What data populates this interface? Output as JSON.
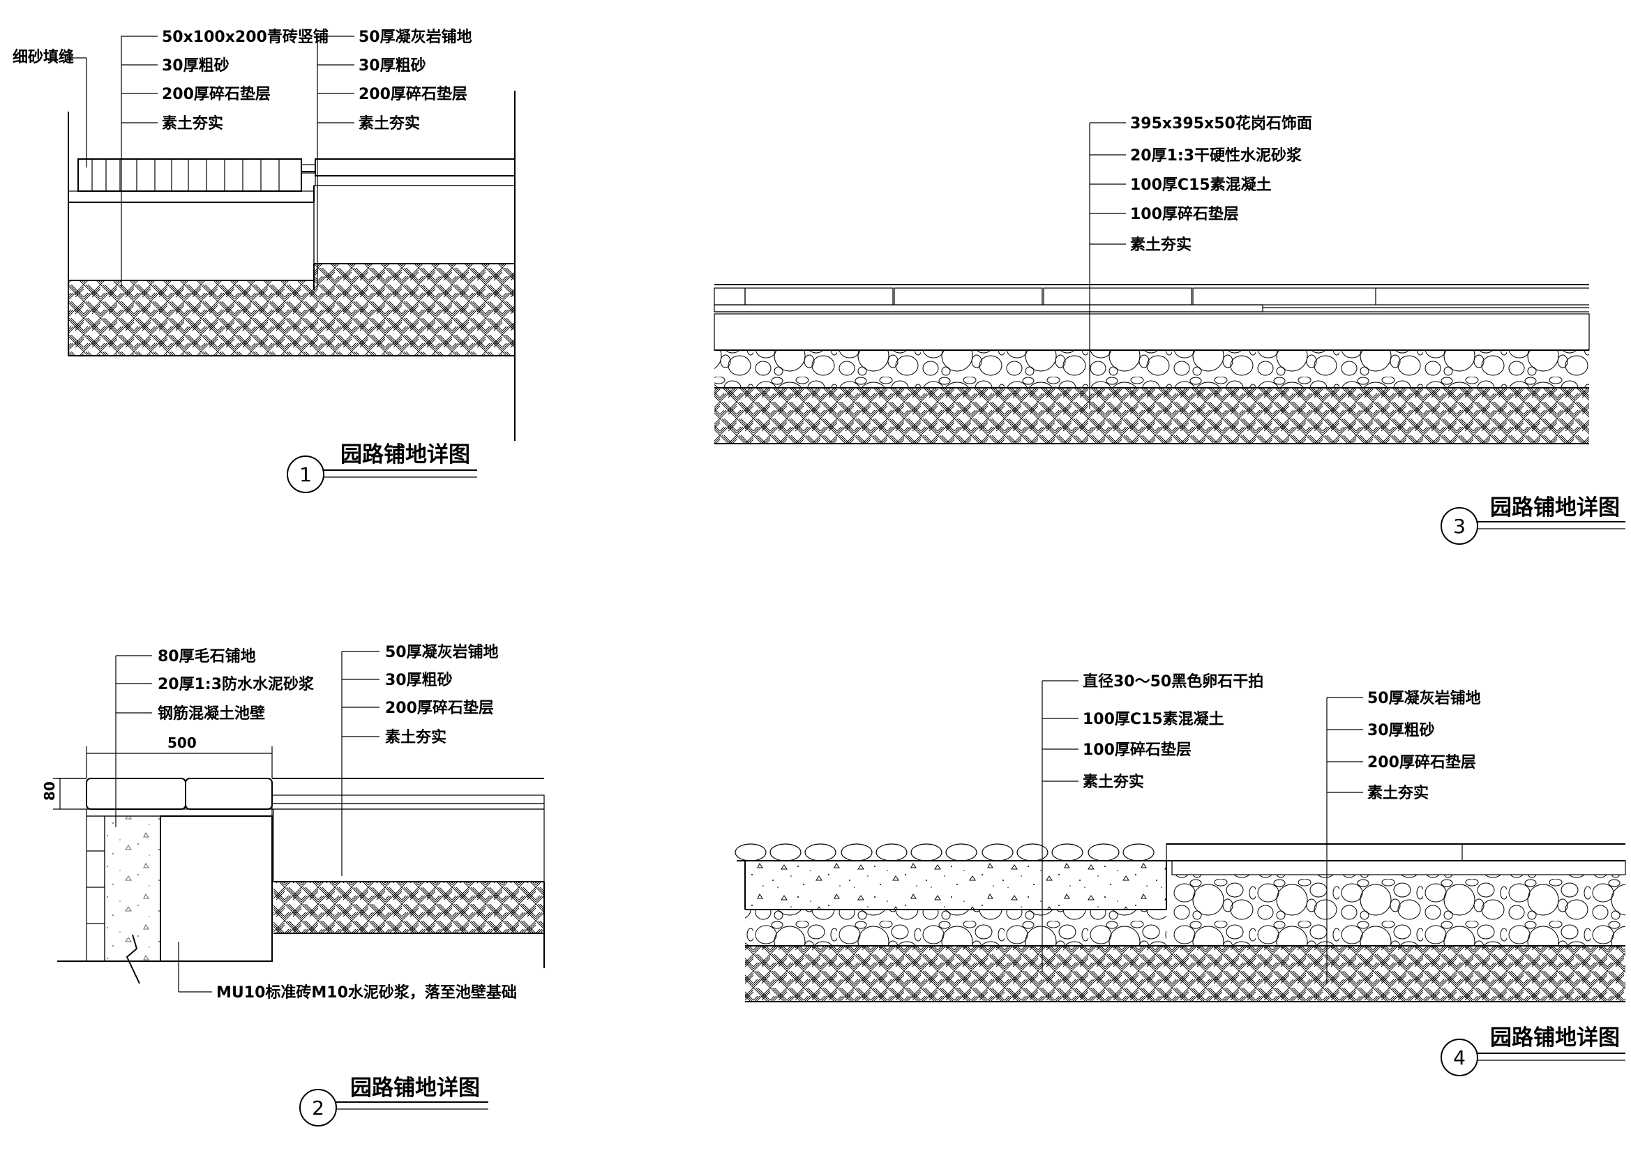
{
  "detail1": {
    "number": "1",
    "title": "园路铺地详图",
    "left_callout": "细砂填缝",
    "labels_a": [
      "50x100x200青砖竖铺",
      "30厚粗砂",
      "200厚碎石垫层",
      "素土夯实"
    ],
    "labels_b": [
      "50厚凝灰岩铺地",
      "30厚粗砂",
      "200厚碎石垫层",
      "素土夯实"
    ]
  },
  "detail2": {
    "number": "2",
    "title": "园路铺地详图",
    "labels_a": [
      "80厚毛石铺地",
      "20厚1:3防水水泥砂浆",
      "钢筋混凝土池壁"
    ],
    "labels_b": [
      "50厚凝灰岩铺地",
      "30厚粗砂",
      "200厚碎石垫层",
      "素土夯实"
    ],
    "dim_width": "500",
    "dim_height": "80",
    "bottom_note": "MU10标准砖M10水泥砂浆，落至池壁基础"
  },
  "detail3": {
    "number": "3",
    "title": "园路铺地详图",
    "labels": [
      "395x395x50花岗石饰面",
      "20厚1:3干硬性水泥砂浆",
      "100厚C15素混凝土",
      "100厚碎石垫层",
      "素土夯实"
    ]
  },
  "detail4": {
    "number": "4",
    "title": "园路铺地详图",
    "labels_a": [
      "直径30～50黑色卵石干拍",
      "100厚C15素混凝土",
      "100厚碎石垫层",
      "素土夯实"
    ],
    "labels_b": [
      "50厚凝灰岩铺地",
      "30厚粗砂",
      "200厚碎石垫层",
      "素土夯实"
    ]
  }
}
